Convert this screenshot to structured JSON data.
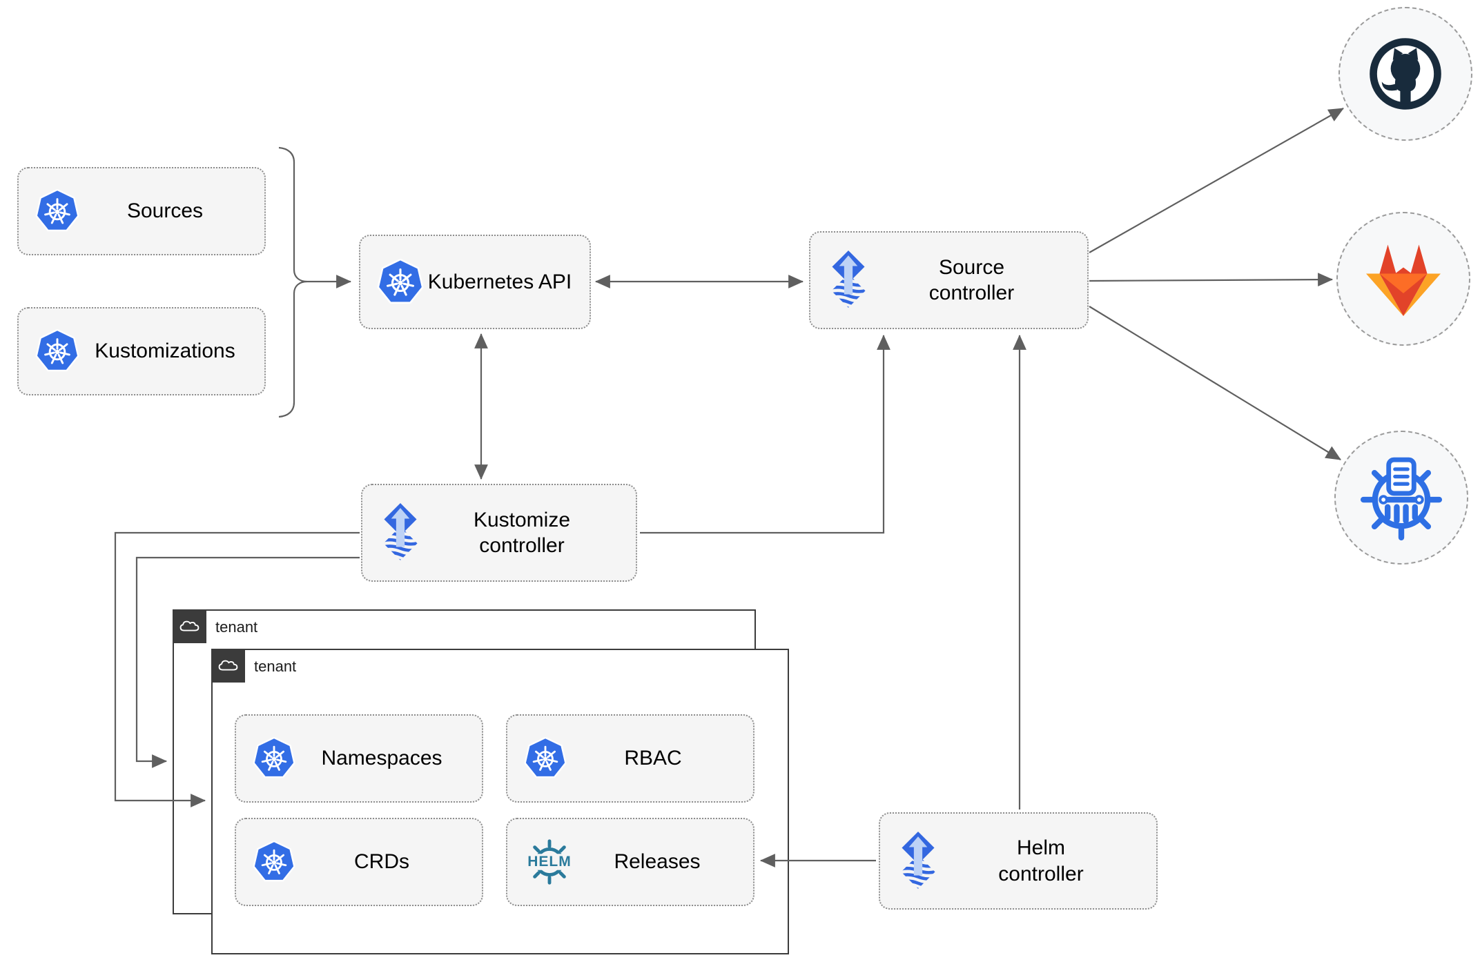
{
  "diagram": {
    "nodes": {
      "sources": {
        "label": "Sources",
        "icon": "kubernetes-icon"
      },
      "kustomizations": {
        "label": "Kustomizations",
        "icon": "kubernetes-icon"
      },
      "kubernetes_api": {
        "label": "Kubernetes API",
        "icon": "kubernetes-icon"
      },
      "source_controller": {
        "label": "Source\ncontroller",
        "icon": "flux-icon"
      },
      "kustomize_controller": {
        "label": "Kustomize\ncontroller",
        "icon": "flux-icon"
      },
      "helm_controller": {
        "label": "Helm\ncontroller",
        "icon": "flux-icon"
      },
      "namespaces": {
        "label": "Namespaces",
        "icon": "kubernetes-icon"
      },
      "rbac": {
        "label": "RBAC",
        "icon": "kubernetes-icon"
      },
      "crds": {
        "label": "CRDs",
        "icon": "kubernetes-icon"
      },
      "releases": {
        "label": "Releases",
        "icon": "helm-icon",
        "icon_text": "HELM"
      }
    },
    "groups": {
      "outer_tenant": {
        "label": "tenant",
        "icon": "cloud-icon"
      },
      "inner_tenant": {
        "label": "tenant",
        "icon": "cloud-icon"
      }
    },
    "endpoints": {
      "github": {
        "icon": "github-icon"
      },
      "gitlab": {
        "icon": "gitlab-icon"
      },
      "chartmuseum": {
        "icon": "chartmuseum-icon"
      }
    },
    "colors": {
      "kubernetes_blue": "#326de5",
      "flux_blue": "#3367e0",
      "flux_arrow_light": "#bdd2f6",
      "helm_teal": "#2a7a9b",
      "chartmuseum_blue": "#2e6fe4",
      "github_dark": "#182b3c",
      "gitlab_red": "#e24329",
      "gitlab_orange": "#fc6d26",
      "gitlab_amber": "#fca326",
      "node_fill": "#f5f5f5",
      "tenant_border": "#3b3b3b",
      "connector_gray": "#5f5f5f"
    }
  }
}
